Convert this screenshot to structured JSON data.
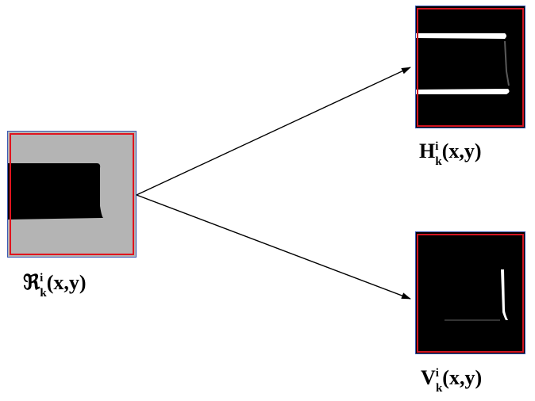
{
  "source_panel": {
    "label": {
      "sym": "ℜ",
      "sup": "i",
      "sub": "k",
      "args": "(x,y)"
    },
    "colors": {
      "background": "#b4b4b4",
      "shape": "#000000",
      "border": "#e0141e",
      "frame": "#3c5ab4"
    }
  },
  "horizontal_panel": {
    "label": {
      "sym": "H",
      "sup": "i",
      "sub": "k",
      "args": "(x,y)"
    },
    "colors": {
      "background": "#000000",
      "edge": "#ffffff",
      "border": "#d11420",
      "frame": "#3c5ab4"
    }
  },
  "vertical_panel": {
    "label": {
      "sym": "V",
      "sup": "i",
      "sub": "k",
      "args": "(x,y)"
    },
    "colors": {
      "background": "#000000",
      "edge": "#ffffff",
      "border": "#d11420",
      "frame": "#3c5ab4"
    }
  },
  "arrows": [
    {
      "from": "source_panel",
      "to": "horizontal_panel"
    },
    {
      "from": "source_panel",
      "to": "vertical_panel"
    }
  ]
}
